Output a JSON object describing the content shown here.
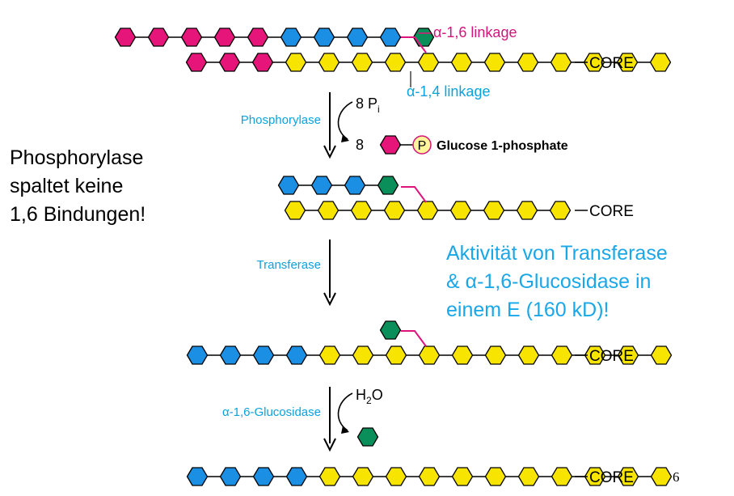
{
  "colors": {
    "pink": "#e6157a",
    "blue": "#1a8fe3",
    "green": "#0a8f5a",
    "yellow": "#f7e400",
    "label_magenta": "#d4147a",
    "label_cyan": "#0ba3dc",
    "link_line": "#e0147d"
  },
  "labels": {
    "core": "CORE",
    "alpha16_linkage": "α-1,6 linkage",
    "alpha14_linkage": "α-1,4 linkage",
    "phosphorylase": "Phosphorylase",
    "eight_pi_num": "8 P",
    "eight_pi_sub": "i",
    "eight": "8",
    "p_circle": "P",
    "glucose_1_phosphate": "Glucose 1-phosphate",
    "transferase": "Transferase",
    "h2o_h": "H",
    "h2o_sub": "2",
    "h2o_o": "O",
    "glucosidase": "α-1,6-Glucosidase"
  },
  "side_note": {
    "line1": "Phosphorylase",
    "line2": "spaltet keine",
    "line3": "1,6 Bindungen!"
  },
  "blue_note": {
    "line1": "Aktivität von Transferase",
    "line2": "& α-1,6-Glucosidase in",
    "line3": "einem E (160 kD)!"
  },
  "slide_number": "6"
}
